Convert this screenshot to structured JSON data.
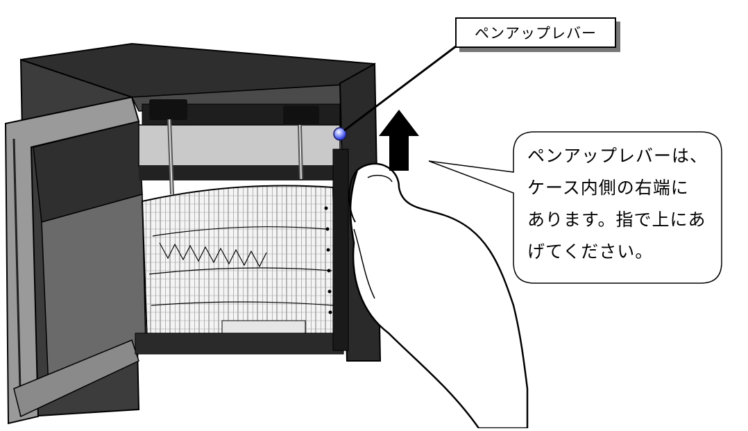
{
  "callout_label": "ペンアップレバー",
  "note_lines": [
    "ペンアップレバーは、",
    "ケース内側の右端に",
    "あります。指で上にあ",
    "げてください。"
  ],
  "colors": {
    "ink": "#000000",
    "paper": "#ffffff",
    "case_dark": "#3a3a3a",
    "case_mid": "#6e6e6e",
    "lever_dot": "#5b6cff",
    "shadow": "#777777"
  },
  "icons": {
    "arrow": "up-arrow-icon",
    "lever": "pen-up-lever-icon"
  }
}
